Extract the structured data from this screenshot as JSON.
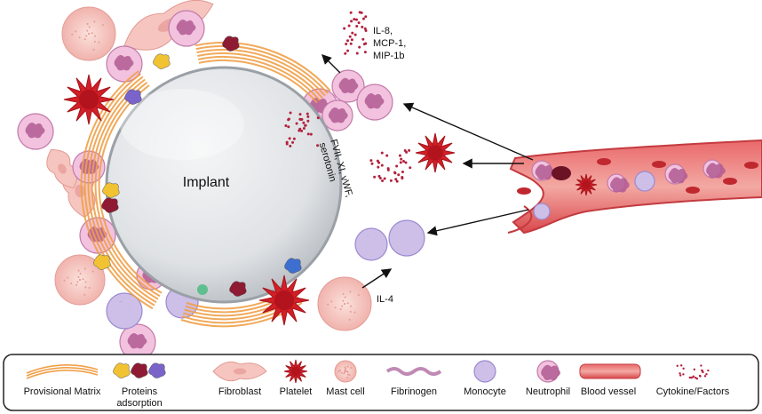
{
  "diagram": {
    "center_label": "Implant",
    "cytokines_label": [
      "IL-8,",
      "MCP-1,",
      "MIP-1b"
    ],
    "factors_label": [
      "FVII, XI, vWF,",
      "serotonin"
    ],
    "il4_label": "IL-4"
  },
  "legend": {
    "items": [
      {
        "key": "provisional-matrix",
        "label": [
          "Provisional Matrix"
        ]
      },
      {
        "key": "proteins-adsorption",
        "label": [
          "Proteins",
          "adsorption"
        ]
      },
      {
        "key": "fibroblast",
        "label": [
          "Fibroblast"
        ]
      },
      {
        "key": "platelet",
        "label": [
          "Platelet"
        ]
      },
      {
        "key": "mast-cell",
        "label": [
          "Mast cell"
        ]
      },
      {
        "key": "fibrinogen",
        "label": [
          "Fibrinogen"
        ]
      },
      {
        "key": "monocyte",
        "label": [
          "Monocyte"
        ]
      },
      {
        "key": "neutrophil",
        "label": [
          "Neutrophil"
        ]
      },
      {
        "key": "blood-vessel",
        "label": [
          "Blood vessel"
        ]
      },
      {
        "key": "cytokine-factors",
        "label": [
          "Cytokine/Factors"
        ]
      }
    ]
  },
  "colors": {
    "matrix": "#f0a048",
    "neutrophil_fill": "#f2c2df",
    "neutrophil_nucleus": "#b25a93",
    "monocyte_fill": "#cdbfe8",
    "monocyte_nucleus": "#8b75c4",
    "mast_fill": "#f6c9c4",
    "platelet": "#d31f27",
    "fibroblast": "#f6c5c0",
    "vessel": "#d94a4f",
    "cytokine": "#b3213d"
  }
}
